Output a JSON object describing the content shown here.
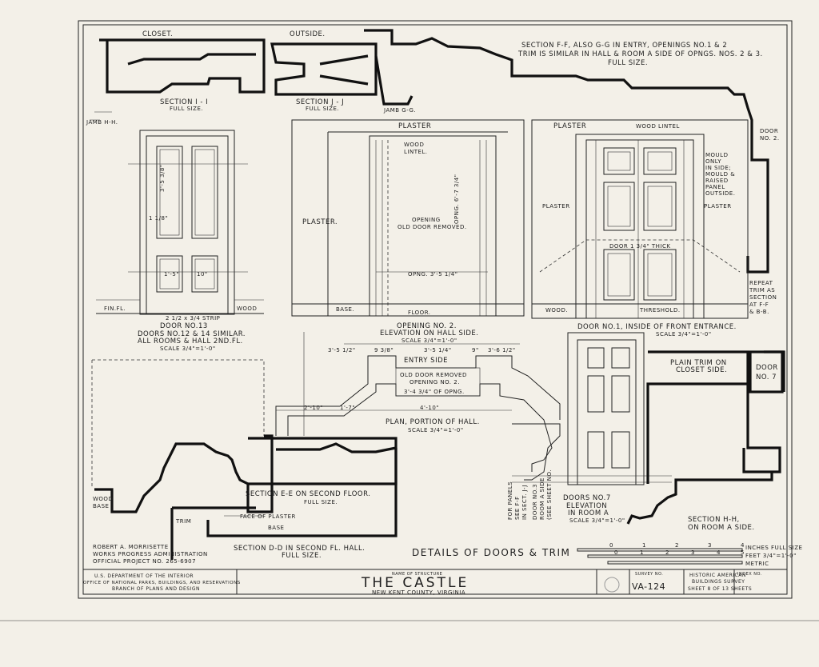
{
  "sections": {
    "closet": "CLOSET.",
    "outside": "OUTSIDE.",
    "section_i": "SECTION I - I",
    "section_i_scale": "FULL SIZE.",
    "section_j": "SECTION J - J",
    "section_j_scale": "FULL SIZE.",
    "jamb_g": "JAMB G-G.",
    "jamb_h": "JAMB H-H.",
    "section_f_lines": [
      "SECTION F-F, ALSO G-G IN ENTRY, OPENINGS NO.1 & 2",
      "TRIM IS SIMILAR IN HALL & ROOM A SIDE OF OPNGS. NOS. 2 & 3.",
      "FULL SIZE."
    ],
    "door2": [
      "DOOR",
      "NO. 2."
    ],
    "repeat_trim": [
      "REPEAT",
      "TRIM AS",
      "SECTION",
      "AT F-F",
      "& B-B."
    ],
    "section_e": "SECTION E-E ON SECOND FLOOR.",
    "section_e_scale": "FULL SIZE.",
    "face_of_plaster": "FACE OF PLASTER",
    "base": "BASE",
    "trim": "TRIM",
    "wood_base": [
      "WOOD",
      "BASE"
    ],
    "section_d": "SECTION D-D IN SECOND FL. HALL.",
    "section_d_scale": "FULL SIZE.",
    "section_h": "SECTION H-H,",
    "section_h_sub": "ON ROOM A SIDE.",
    "plain_trim": [
      "PLAIN TRIM ON",
      "CLOSET SIDE."
    ],
    "door7_box": [
      "DOOR",
      "NO. 7"
    ],
    "for_panels": [
      "FOR PANELS",
      "SEE F-F",
      "IN SECT. J-J"
    ],
    "door3_note": [
      "DOOR NO.3",
      "ROOM A SIDE",
      "(SEE SHEET NO."
    ]
  },
  "door13": {
    "title": "DOOR NO.13",
    "lines": [
      "DOORS NO.12 & 14 SIMILAR.",
      "ALL ROOMS & HALL 2ND.FL."
    ],
    "scale": "SCALE 3/4\"=1'-0\"",
    "strip": "2 1/2 x 3/4 STRIP",
    "fin_fl": "FIN.FL.",
    "wood": "WOOD",
    "dims": [
      "3'-5 3/8\"",
      "1 1/8\"",
      "1'-5\"",
      "10\""
    ]
  },
  "opening2": {
    "title": "OPENING NO. 2.",
    "subtitle": "ELEVATION ON HALL SIDE.",
    "scale": "SCALE 3/4\"=1'-0\"",
    "plaster_top": "PLASTER",
    "plaster_left": "PLASTER.",
    "lintel": [
      "WOOD",
      "LINTEL."
    ],
    "opening": [
      "OPENING",
      "OLD DOOR REMOVED."
    ],
    "base": "BASE.",
    "floor": "FLOOR.",
    "opng_dim": "OPNG. 3'-5 1/4\"",
    "opng_v": "OPNG. 6'-7 3/4\""
  },
  "door1": {
    "title": "DOOR NO.1, INSIDE OF FRONT ENTRANCE.",
    "scale": "SCALE 3/4\"=1'-0\"",
    "plaster_top": "PLASTER",
    "lintel": "WOOD LINTEL",
    "plaster_left": "PLASTER",
    "plaster_right": "PLASTER",
    "mould_note": [
      "MOULD",
      "ONLY",
      "IN SIDE;",
      "MOULD &",
      "RAISED",
      "PANEL",
      "OUTSIDE."
    ],
    "wood": "WOOD.",
    "threshold": "THRESHOLD.",
    "door_thick": "DOOR 1 3/4\" THICK"
  },
  "plan": {
    "title": "PLAN, PORTION OF HALL.",
    "scale": "SCALE 3/4\"=1'-0\"",
    "entry_side": "ENTRY SIDE",
    "old_door": [
      "OLD DOOR REMOVED",
      "OPENING NO. 2."
    ],
    "dims": [
      "3'-5 1/2\"",
      "9 3/8\"",
      "3'-5 1/4\"",
      "9\"",
      "3'-6 1/2\"",
      "2'-10\"",
      "1'-7\"",
      "4'-10\"",
      "3'-4 3/4\" OF OPNG."
    ]
  },
  "door7": {
    "title": "DOORS NO.7",
    "lines": [
      "ELEVATION",
      "IN ROOM A"
    ],
    "scale": "SCALE 3/4\"=1'-0\""
  },
  "credits": [
    "ROBERT A. MORRISETTE",
    "WORKS PROGRESS ADMINISTRATION",
    "OFFICIAL PROJECT NO. 265-6907"
  ],
  "sheet_title": "DETAILS OF DOORS & TRIM",
  "scale_bar": {
    "inches_ticks": [
      "0",
      "1",
      "2",
      "3",
      "4"
    ],
    "inches_label": "INCHES FULL SIZE",
    "feet_ticks": [
      "0",
      "1",
      "2",
      "3",
      "4",
      "5"
    ],
    "feet_label": "FEET 3/4\"=1'-0\"",
    "metric_label": "METRIC"
  },
  "title_block": {
    "agency": [
      "U.S. DEPARTMENT OF THE INTERIOR",
      "OFFICE OF NATIONAL PARKS, BUILDINGS, AND RESERVATIONS",
      "BRANCH OF PLANS AND DESIGN"
    ],
    "name_label": "NAME OF STRUCTURE",
    "name": "THE CASTLE",
    "location": "NEW KENT COUNTY, VIRGINIA",
    "survey_label": "SURVEY NO.",
    "survey_no": "VA-124",
    "habs": [
      "HISTORIC AMERICAN",
      "BUILDINGS SURVEY"
    ],
    "sheet": "SHEET 8 OF 13 SHEETS",
    "index_label": "INDEX NO."
  }
}
